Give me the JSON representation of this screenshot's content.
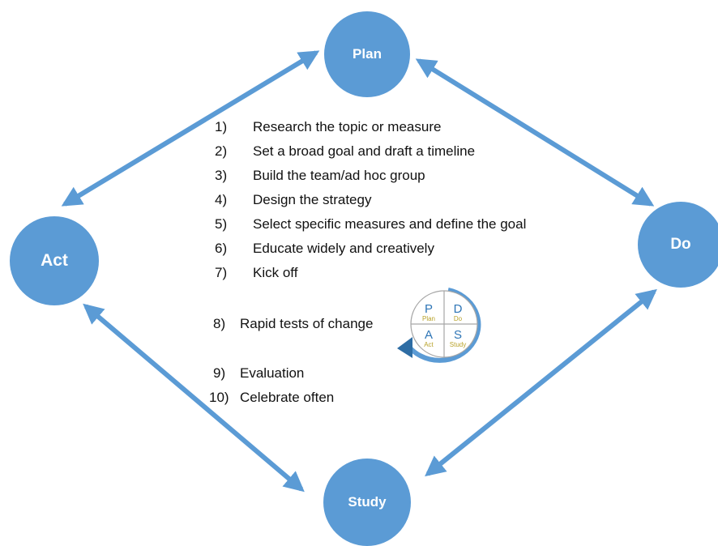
{
  "colors": {
    "node_fill": "#5b9bd5",
    "arrow": "#5b9bd5",
    "pdsa_ring": "#5b9bd5",
    "pdsa_label": "#b8a22a",
    "pdsa_letter": "#2e75b6"
  },
  "nodes": {
    "plan": "Plan",
    "do": "Do",
    "act": "Act",
    "study": "Study"
  },
  "steps": [
    {
      "num": "1)",
      "text": "Research the topic or measure"
    },
    {
      "num": "2)",
      "text": "Set a broad goal and draft a timeline"
    },
    {
      "num": "3)",
      "text": "Build the team/ad hoc group"
    },
    {
      "num": "4)",
      "text": "Design the strategy"
    },
    {
      "num": "5)",
      "text": "Select specific measures and define the goal"
    },
    {
      "num": "6)",
      "text": "Educate widely and creatively"
    },
    {
      "num": "7)",
      "text": "Kick off"
    },
    {
      "num": "8)",
      "text": "Rapid tests of change"
    },
    {
      "num": "9)",
      "text": "Evaluation"
    },
    {
      "num": "10)",
      "text": "Celebrate often"
    }
  ],
  "pdsa": {
    "p_letter": "P",
    "p_label": "Plan",
    "d_letter": "D",
    "d_label": "Do",
    "a_letter": "A",
    "a_label": "Act",
    "s_letter": "S",
    "s_label": "Study"
  }
}
